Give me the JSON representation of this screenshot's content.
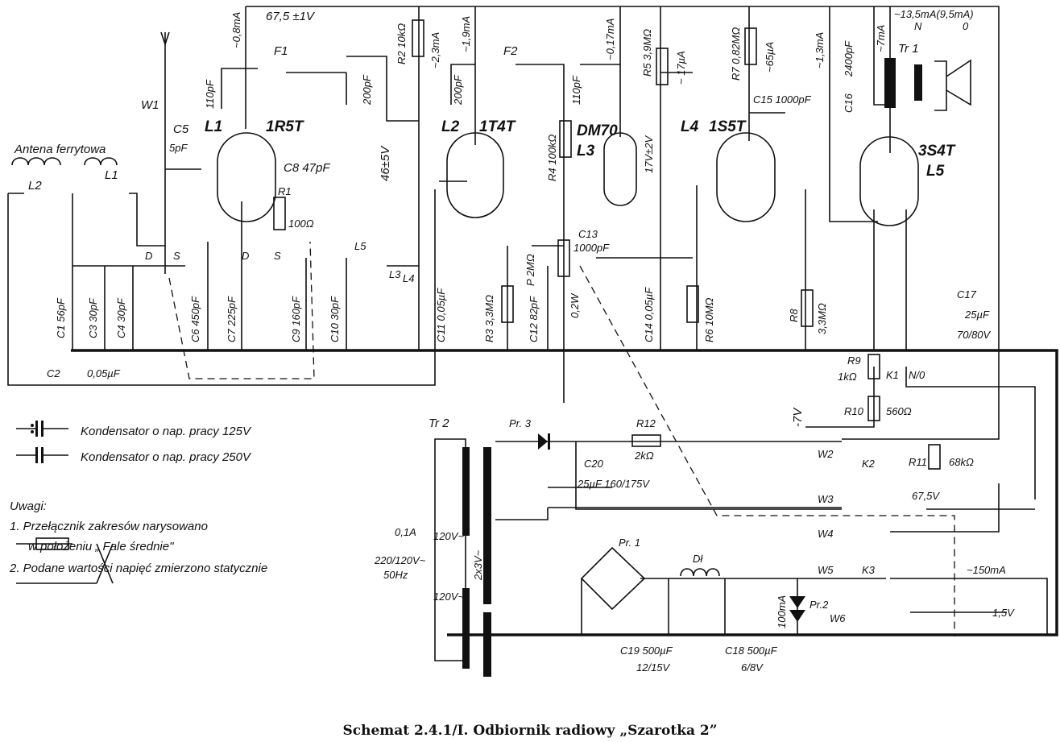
{
  "caption": "Schemat 2.4.1/I. Odbiornik radiowy „Szarotka 2”",
  "legend": {
    "cap125": "Kondensator o nap. pracy 125V",
    "cap250": "Kondensator o nap. pracy 250V"
  },
  "notes": {
    "title": "Uwagi:",
    "n1a": "1. Przełącznik zakresów narysowano",
    "n1b": "w położeniu „ Fale średnie\"",
    "n2": "2. Podane wartości napięć zmierzono statycznie"
  },
  "tubes": {
    "L1": {
      "name": "L1",
      "type": "1R5T"
    },
    "L2": {
      "name": "L2",
      "type": "1T4T"
    },
    "L3": {
      "name": "L3",
      "type": "DM70"
    },
    "L4": {
      "name": "L4",
      "type": "1S5T"
    },
    "L5": {
      "name": "L5",
      "type": "3S4T"
    }
  },
  "labels": {
    "antenna": "Antena ferrytowa",
    "L2c": "L2",
    "L1c": "L1",
    "W1": "W1",
    "C5": "C5",
    "C5v": "5pF",
    "v675": "67,5 ±1V",
    "i08": "~0,8mA",
    "F1": "F1",
    "c110a": "110pF",
    "c200a": "200pF",
    "R2": "R2 10kΩ",
    "i23": "~2,3mA",
    "i19": "~1,9mA",
    "F2": "F2",
    "c200b": "200pF",
    "c110b": "110pF",
    "i017": "~0,17mA",
    "R5": "R5 3,9MΩ",
    "i17": "~ 17µA",
    "R7": "R7 0,82MΩ",
    "i65": "~65µA",
    "C15": "C15 1000pF",
    "i13": "~1,3mA",
    "c2400": "2400pF",
    "C16": "C16",
    "i7": "~7mA",
    "i135": "~13,5mA(9,5mA)",
    "N": "N",
    "O": "0",
    "Tr1": "Tr 1",
    "C8": "C8 47pF",
    "R1": "R1",
    "R1v": "100Ω",
    "v46": "46±5V",
    "R4": "R4 100kΩ",
    "v17": "17V±2V",
    "D1": "D",
    "S1": "S",
    "D2": "D",
    "S2": "S",
    "L5c": "L5",
    "L3c": "L3",
    "L4c": "L4",
    "C1": "C1 56pF",
    "C3": "C3 30pF",
    "C4": "C4 30pF",
    "C6": "C6 450pF",
    "C7": "C7 225pF",
    "C9": "C9 160pF",
    "C10": "C10 30pF",
    "C11": "C11 0,05µF",
    "R3": "R3 3,3MΩ",
    "C12": "C12 82pF",
    "P": "P 2MΩ",
    "P2": "0,2W",
    "C13": "C13",
    "C13v": "1000pF",
    "C14": "C14 0,05µF",
    "R6": "R6 10MΩ",
    "R8": "R8",
    "R8v": "3,3MΩ",
    "C17": "C17",
    "C17v": "25µF",
    "C17v2": "70/80V",
    "C2": "C2",
    "C2v": "0,05µF",
    "R9": "R9",
    "R9v": "1kΩ",
    "K1": "K1",
    "NO": "N/0",
    "m7V": "-7V",
    "R10": "R10",
    "R10v": "560Ω",
    "Tr2": "Tr 2",
    "Pr3": "Pr. 3",
    "R12": "R12",
    "R12v": "2kΩ",
    "C20": "C20",
    "C20v": "25µF 160/175V",
    "W2": "W2",
    "K2": "K2",
    "R11": "R11",
    "R11v": "68kΩ",
    "bat675": "67,5V",
    "W3": "W3",
    "W4": "W4",
    "W5": "W5",
    "K3": "K3",
    "i150": "~150mA",
    "bat15": "1,5V",
    "W6": "W6",
    "Pr1": "Pr. 1",
    "Dl": "Dł",
    "Pr2": "Pr.2",
    "i100": "100mA",
    "C19": "C19 500µF",
    "C19v": "12/15V",
    "C18": "C18 500µF",
    "C18v": "6/8V",
    "fuse": "0,1A",
    "mains": "220/120V~",
    "hz": "50Hz",
    "v120a": "120V~",
    "v120b": "120V~",
    "v2x3": "2x3V~"
  }
}
